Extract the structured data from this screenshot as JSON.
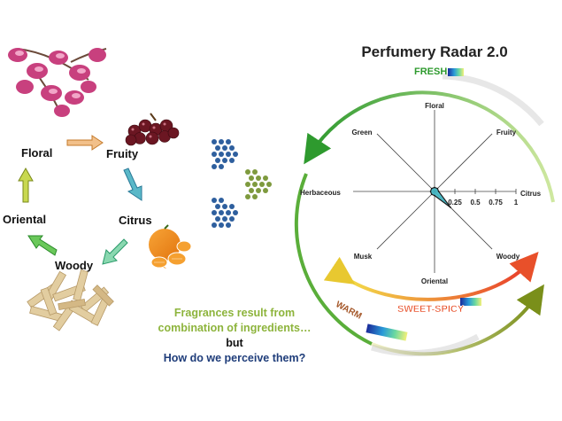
{
  "wheel": {
    "labels": [
      "Floral",
      "Fruity",
      "Citrus",
      "Woody",
      "Oriental"
    ]
  },
  "caption": {
    "line1": "Fragrances result from",
    "line2": "combination of ingredients…",
    "line3": "but",
    "line4": "How do we perceive them?",
    "green": "#8db43c",
    "blue": "#1f3d7a"
  },
  "radar": {
    "title": "Perfumery Radar 2.0",
    "axes": [
      "Floral",
      "Fruity",
      "Citrus",
      "Woody",
      "Oriental",
      "Musk",
      "Herbaceous",
      "Green"
    ],
    "ticks": [
      "0.25",
      "0.5",
      "0.75",
      "1"
    ],
    "arcs": {
      "fresh": "FRESH",
      "sweet_spicy": "SWEET-SPICY",
      "warm": "WARM"
    }
  },
  "chart_data": {
    "type": "radar",
    "categories": [
      "Floral",
      "Fruity",
      "Citrus",
      "Woody",
      "Oriental",
      "Musk",
      "Herbaceous",
      "Green"
    ],
    "values": [
      0.05,
      0.05,
      0.05,
      0.28,
      0.05,
      0.05,
      0.05,
      0.05
    ],
    "ticks": [
      0.25,
      0.5,
      0.75,
      1
    ],
    "range": [
      0,
      1
    ],
    "fill": "#3fb7c4"
  },
  "colors": {
    "magnolia": "#c8407e",
    "grape": "#6b1622",
    "orange": "#f3911e",
    "wood": "#e2cda0",
    "dots_blue": "#2e5f9e",
    "dots_green": "#7e9a3e",
    "fresh": "#2e9a2e",
    "warm": "#a5582a",
    "sweet_spicy": "#e8502a"
  },
  "icons": [
    "magnolia-flower-image",
    "grapes-image",
    "tangerine-image",
    "wood-sticks-image",
    "dots-merge-icon"
  ]
}
